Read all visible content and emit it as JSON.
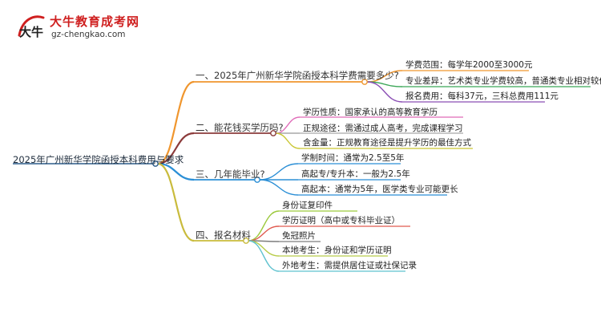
{
  "logo": {
    "title": "大牛教育成考网",
    "url": "gz-chengkao.com",
    "mark_text": "大牛"
  },
  "root": {
    "label": "2025年广州新华学院函授本科费用与要求"
  },
  "branches": [
    {
      "label": "一、2025年广州新华学院函授本科学费需要多少?",
      "color": "#f0962e",
      "leaves": [
        {
          "label": "学费范围：每学年2000至3000元",
          "color": "#f0962e"
        },
        {
          "label": "专业差异：艺术类专业学费较高，普通类专业相对较低",
          "color": "#3aa657"
        },
        {
          "label": "报名费用：每科37元，三科总费用111元",
          "color": "#8b4fb5"
        }
      ]
    },
    {
      "label": "二、能花钱买学历吗?",
      "color": "#8c3b3b",
      "leaves": [
        {
          "label": "学历性质：国家承认的高等教育学历",
          "color": "#e06ab8"
        },
        {
          "label": "正规途径：需通过成人高考，完成课程学习",
          "color": "#a8a8a8"
        },
        {
          "label": "含金量：正规教育途径是提升学历的最佳方式",
          "color": "#c9c632"
        }
      ]
    },
    {
      "label": "三、几年能毕业?",
      "color": "#2b8fd6",
      "leaves": [
        {
          "label": "学制时间：通常为2.5至5年",
          "color": "#2b8fd6"
        },
        {
          "label": "高起专/专升本：一般为2.5年",
          "color": "#2b8fd6"
        },
        {
          "label": "高起本：通常为5年，医学类专业可能更长",
          "color": "#2b8fd6"
        }
      ]
    },
    {
      "label": "四、报名材料",
      "color": "#c9bb3c",
      "leaves": [
        {
          "label": "身份证复印件",
          "color": "#9cc93c"
        },
        {
          "label": "学历证明（高中或专科毕业证）",
          "color": "#e05a4f"
        },
        {
          "label": "免冠照片",
          "color": "#7d7d7d"
        },
        {
          "label": "本地考生：身份证和学历证明",
          "color": "#b8cc4a"
        },
        {
          "label": "外地考生：需提供居住证或社保记录",
          "color": "#5fc2cf"
        }
      ]
    }
  ]
}
